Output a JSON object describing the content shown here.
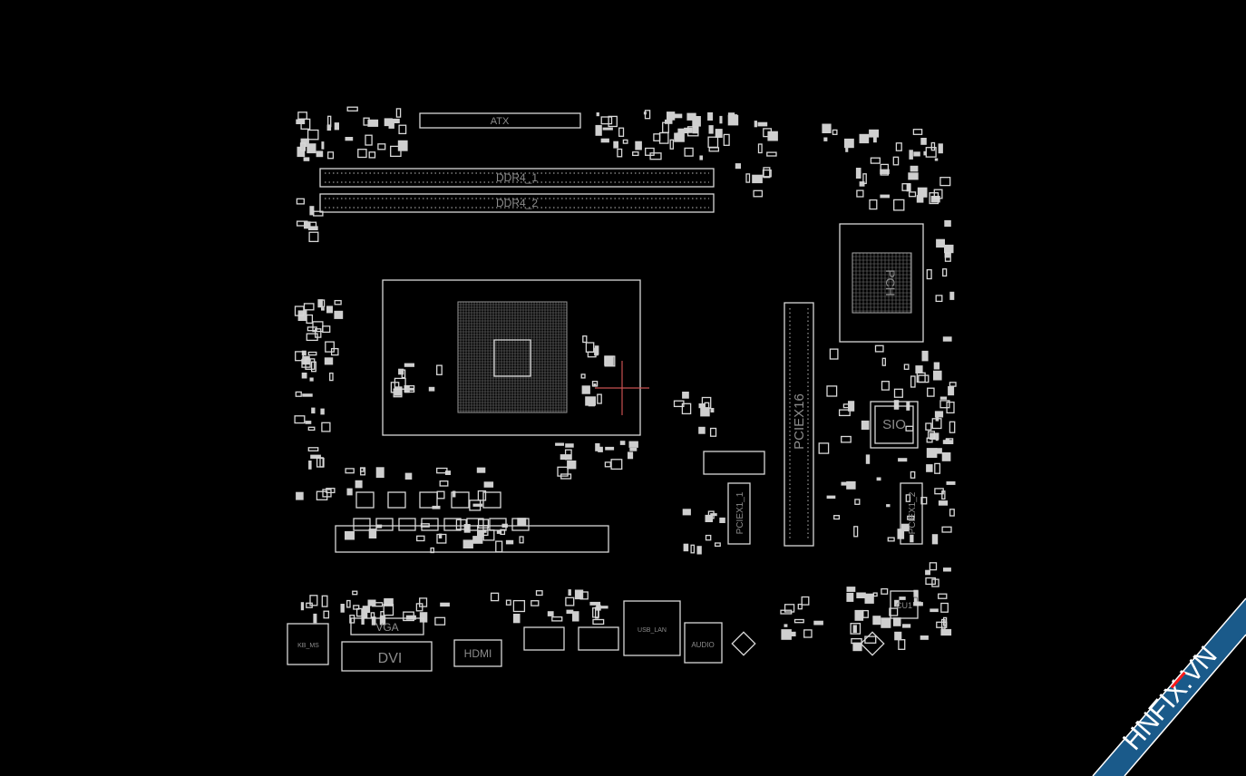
{
  "board": {
    "atx": "ATX",
    "ddr4_1": "DDR4_1",
    "ddr4_2": "DDR4_2",
    "pciex16": "PCIEX16",
    "pciex1_1": "PCIEX1_1",
    "pciex1_2": "PCIEX1_2",
    "sio": "SIO",
    "pch": "PCH",
    "cu1": "CU1",
    "vga": "VGA",
    "dvi": "DVI",
    "hdmi": "HDMI",
    "kb_ms": "KB_MS",
    "usb_lan": "USB_LAN",
    "audio": "AUDIO"
  },
  "watermark": {
    "text": "HNFIX.VN",
    "band_color": "#1a5a8a",
    "accent_color": "#ff1a1a"
  },
  "colors": {
    "background": "#000000",
    "outline": "#d8d8d8",
    "crosshair": "#c85050"
  }
}
